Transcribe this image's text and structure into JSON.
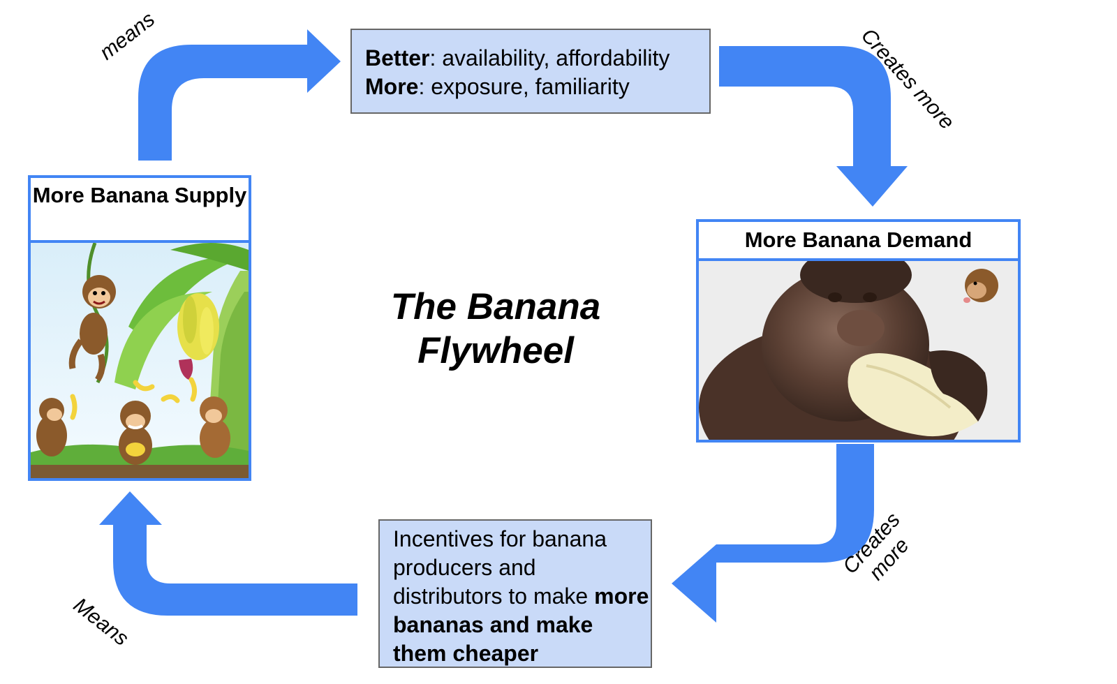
{
  "title": "The Banana Flywheel",
  "nodes": {
    "top_box": {
      "line1_bold": "Better",
      "line1_rest": ": availability, affordability",
      "line2_bold": "More",
      "line2_rest": ": exposure, familiarity"
    },
    "supply": {
      "label": "More Banana Supply"
    },
    "demand": {
      "label": "More Banana Demand"
    },
    "bottom_box": {
      "text": "Incentives for banana producers and distributors to make",
      "bold": "more bananas and make them cheaper"
    }
  },
  "edges": {
    "supply_to_top": "means",
    "top_to_demand": "Creates more",
    "demand_to_bottom": "Creates more",
    "bottom_to_supply": "Means"
  },
  "colors": {
    "arrow": "#4285f4",
    "box_fill": "#c9daf8",
    "box_border": "#666666",
    "panel_border": "#4285f4"
  },
  "images": {
    "supply": "cartoon-monkeys-banana-tree",
    "demand": "capuchin-monkey-eating-banana"
  }
}
